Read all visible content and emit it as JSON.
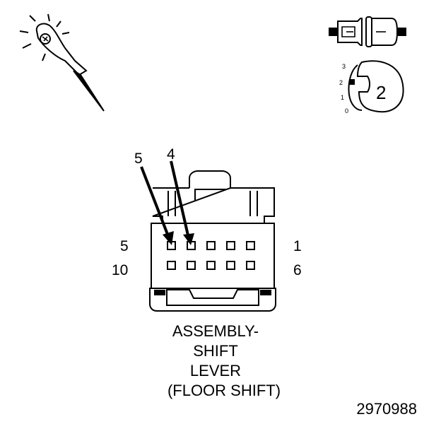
{
  "callouts": {
    "arrow_left": "5",
    "arrow_right": "4"
  },
  "connector": {
    "pin_labels": {
      "top_left": "5",
      "top_right": "1",
      "bottom_left": "10",
      "bottom_right": "6"
    }
  },
  "caption": {
    "line1": "ASSEMBLY-",
    "line2": "SHIFT",
    "line3": "LEVER",
    "line4": "(FLOOR SHIFT)"
  },
  "meter_dial": {
    "scale": [
      "3",
      "2",
      "1",
      "0"
    ],
    "setting": "2"
  },
  "figure_number": "2970988",
  "icons": {
    "probe": "test-probe-icon",
    "connector_symbol": "disconnected-connector-icon",
    "meter_dial": "meter-dial-icon"
  }
}
